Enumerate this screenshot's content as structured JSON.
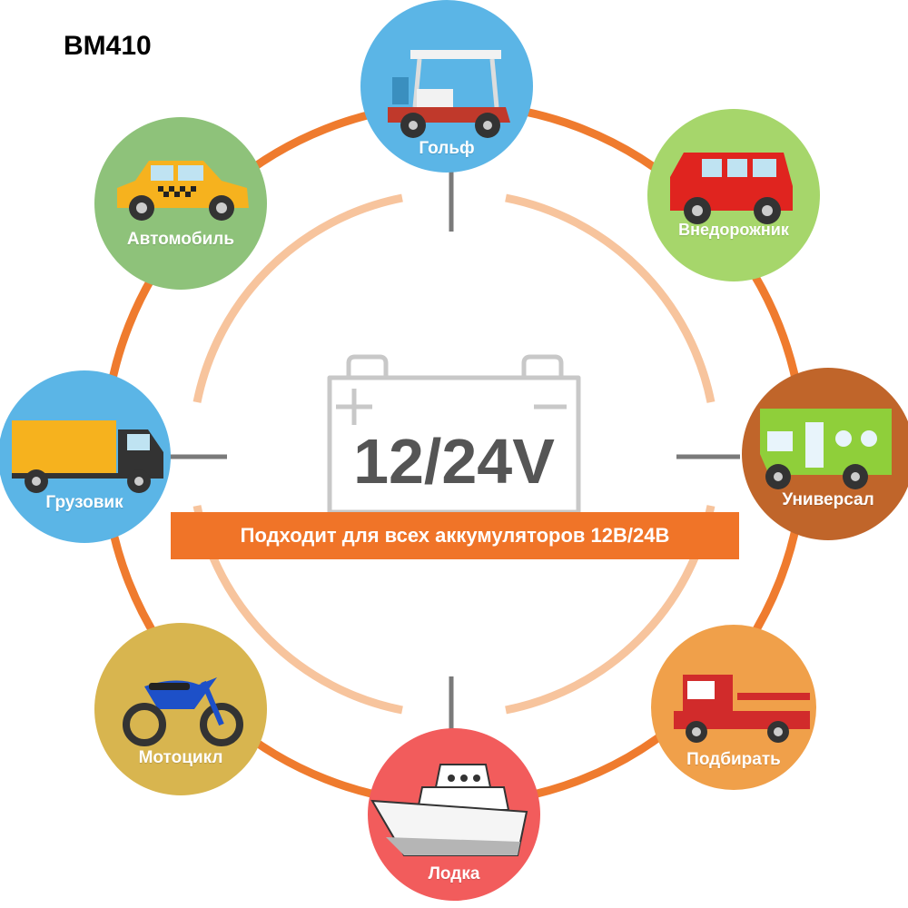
{
  "model": "BM410",
  "center": {
    "voltage": "12/24V",
    "banner": "Подходит для всех аккумуляторов 12В/24В"
  },
  "vehicles": [
    {
      "label": "Гольф",
      "icon": "golf-cart-icon",
      "color": "#5bb5e6"
    },
    {
      "label": "Внедорожник",
      "icon": "suv-icon",
      "color": "#a6d66b"
    },
    {
      "label": "Универсал",
      "icon": "camper-van-icon",
      "color": "#c0652a"
    },
    {
      "label": "Подбирать",
      "icon": "pickup-truck-icon",
      "color": "#f0a04a"
    },
    {
      "label": "Лодка",
      "icon": "boat-icon",
      "color": "#f25c5c"
    },
    {
      "label": "Мотоцикл",
      "icon": "motorcycle-icon",
      "color": "#d8b54f"
    },
    {
      "label": "Грузовик",
      "icon": "truck-icon",
      "color": "#5bb5e6"
    },
    {
      "label": "Автомобиль",
      "icon": "taxi-icon",
      "color": "#8ec27a"
    }
  ],
  "colors": {
    "ring": "#ef7b2e",
    "inner_ring": "#f7c49d",
    "connector": "#7a7a7a",
    "battery_outline": "#c8c8c8"
  }
}
